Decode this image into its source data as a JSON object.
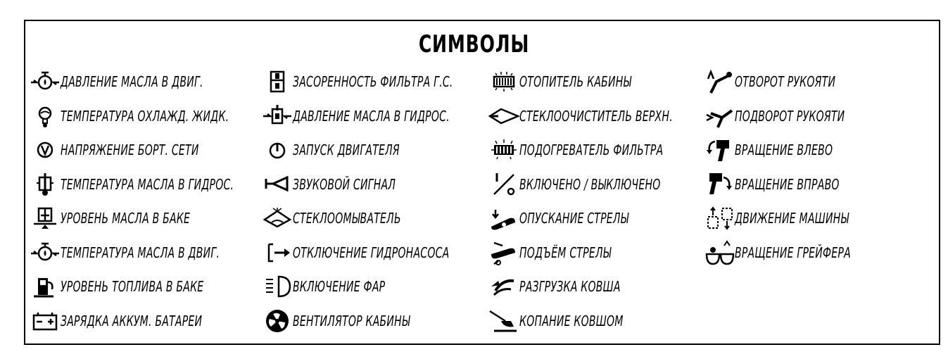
{
  "title": "СИМВОЛЫ",
  "columns": [
    [
      {
        "icon": "oil-pressure-icon",
        "label": "ДАВЛЕНИЕ МАСЛА В ДВИГ."
      },
      {
        "icon": "coolant-temperature-icon",
        "label": "ТЕМПЕРАТУРА ОХЛАЖД. ЖИДК."
      },
      {
        "icon": "voltmeter-icon",
        "label": "НАПРЯЖЕНИЕ БОРТ. СЕТИ"
      },
      {
        "icon": "hydraulic-oil-temperature-icon",
        "label": "ТЕМПЕРАТУРА МАСЛА В ГИДРОС."
      },
      {
        "icon": "tank-oil-level-icon",
        "label": "УРОВЕНЬ МАСЛА В БАКЕ"
      },
      {
        "icon": "engine-oil-temperature-icon",
        "label": "ТЕМПЕРАТУРА МАСЛА В ДВИГ."
      },
      {
        "icon": "fuel-level-icon",
        "label": "УРОВЕНЬ ТОПЛИВА В БАКЕ"
      },
      {
        "icon": "battery-charge-icon",
        "label": "ЗАРЯДКА АККУМ. БАТАРЕИ"
      }
    ],
    [
      {
        "icon": "filter-clogging-icon",
        "label": "ЗАСОРЕННОСТЬ ФИЛЬТРА Г.С."
      },
      {
        "icon": "hydraulic-pressure-icon",
        "label": "ДАВЛЕНИЕ МАСЛА В ГИДРОС."
      },
      {
        "icon": "engine-start-icon",
        "label": "ЗАПУСК ДВИГАТЕЛЯ"
      },
      {
        "icon": "horn-icon",
        "label": "ЗВУКОВОЙ СИГНАЛ"
      },
      {
        "icon": "windshield-washer-icon",
        "label": "СТЕКЛООМЫВАТЕЛЬ"
      },
      {
        "icon": "pump-disconnect-icon",
        "label": "ОТКЛЮЧЕНИЕ ГИДРОНАСОСА"
      },
      {
        "icon": "headlights-icon",
        "label": "ВКЛЮЧЕНИЕ ФАР"
      },
      {
        "icon": "cabin-fan-icon",
        "label": "ВЕНТИЛЯТОР КАБИНЫ"
      }
    ],
    [
      {
        "icon": "cabin-heater-icon",
        "label": "ОТОПИТЕЛЬ КАБИНЫ"
      },
      {
        "icon": "upper-wiper-icon",
        "label": "СТЕКЛООЧИСТИТЕЛЬ ВЕРХН."
      },
      {
        "icon": "filter-heater-icon",
        "label": "ПОДОГРЕВАТЕЛЬ ФИЛЬТРА"
      },
      {
        "icon": "on-off-icon",
        "label": "ВКЛЮЧЕНО / ВЫКЛЮЧЕНО"
      },
      {
        "icon": "boom-lowering-icon",
        "label": "ОПУСКАНИЕ СТРЕЛЫ"
      },
      {
        "icon": "boom-raising-icon",
        "label": "ПОДЪЁМ СТРЕЛЫ"
      },
      {
        "icon": "bucket-unloading-icon",
        "label": "РАЗГРУЗКА КОВША"
      },
      {
        "icon": "bucket-digging-icon",
        "label": "КОПАНИЕ КОВШОМ"
      }
    ],
    [
      {
        "icon": "handle-turn-out-icon",
        "label": "ОТВОРОТ РУКОЯТИ"
      },
      {
        "icon": "handle-turn-in-icon",
        "label": "ПОДВОРОТ РУКОЯТИ"
      },
      {
        "icon": "rotate-left-icon",
        "label": "ВРАЩЕНИЕ ВЛЕВО"
      },
      {
        "icon": "rotate-right-icon",
        "label": "ВРАЩЕНИЕ ВПРАВО"
      },
      {
        "icon": "machine-travel-icon",
        "label": "ДВИЖЕНИЕ МАШИНЫ"
      },
      {
        "icon": "grapple-rotation-icon",
        "label": "ВРАЩЕНИЕ ГРЕЙФЕРА"
      }
    ]
  ]
}
